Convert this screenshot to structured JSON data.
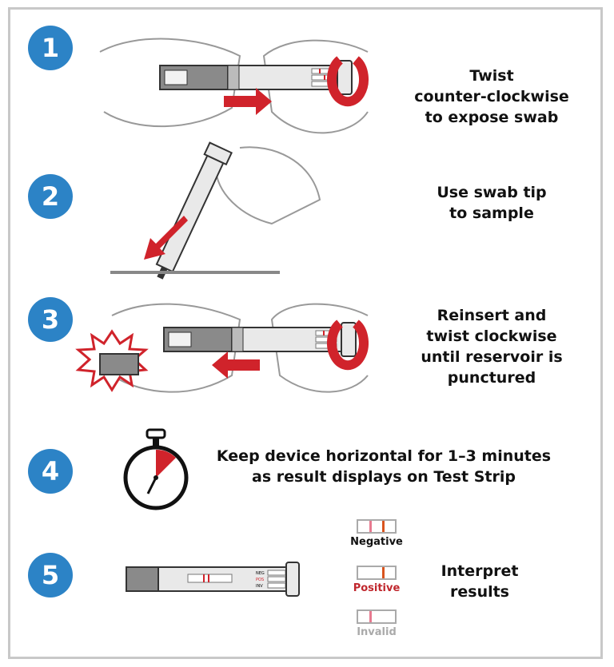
{
  "steps": [
    {
      "number": "1",
      "text": "Twist\ncounter-clockwise\nto expose swab"
    },
    {
      "number": "2",
      "text": "Use swab tip\nto sample"
    },
    {
      "number": "3",
      "text": "Reinsert and\ntwist clockwise\nuntil reservoir is\npunctured"
    },
    {
      "number": "4",
      "text": "Keep device horizontal for 1–3 minutes\nas result displays on Test Strip"
    },
    {
      "number": "5",
      "text": "Interpret\nresults"
    }
  ],
  "device_labels": {
    "neg": "NEG",
    "pos": "POS",
    "inv": "INV"
  },
  "results": [
    {
      "label": "Negative",
      "color": "#111111",
      "lines": [
        "control",
        "test"
      ]
    },
    {
      "label": "Positive",
      "color": "#c0272d",
      "lines": [
        "test"
      ]
    },
    {
      "label": "Invalid",
      "color": "#aaaaaa",
      "lines": [
        "control"
      ]
    }
  ],
  "colors": {
    "accent_blue": "#2c83c6",
    "arrow_red": "#d0232b",
    "control_line": "#e87a90",
    "test_line": "#d9541e"
  }
}
